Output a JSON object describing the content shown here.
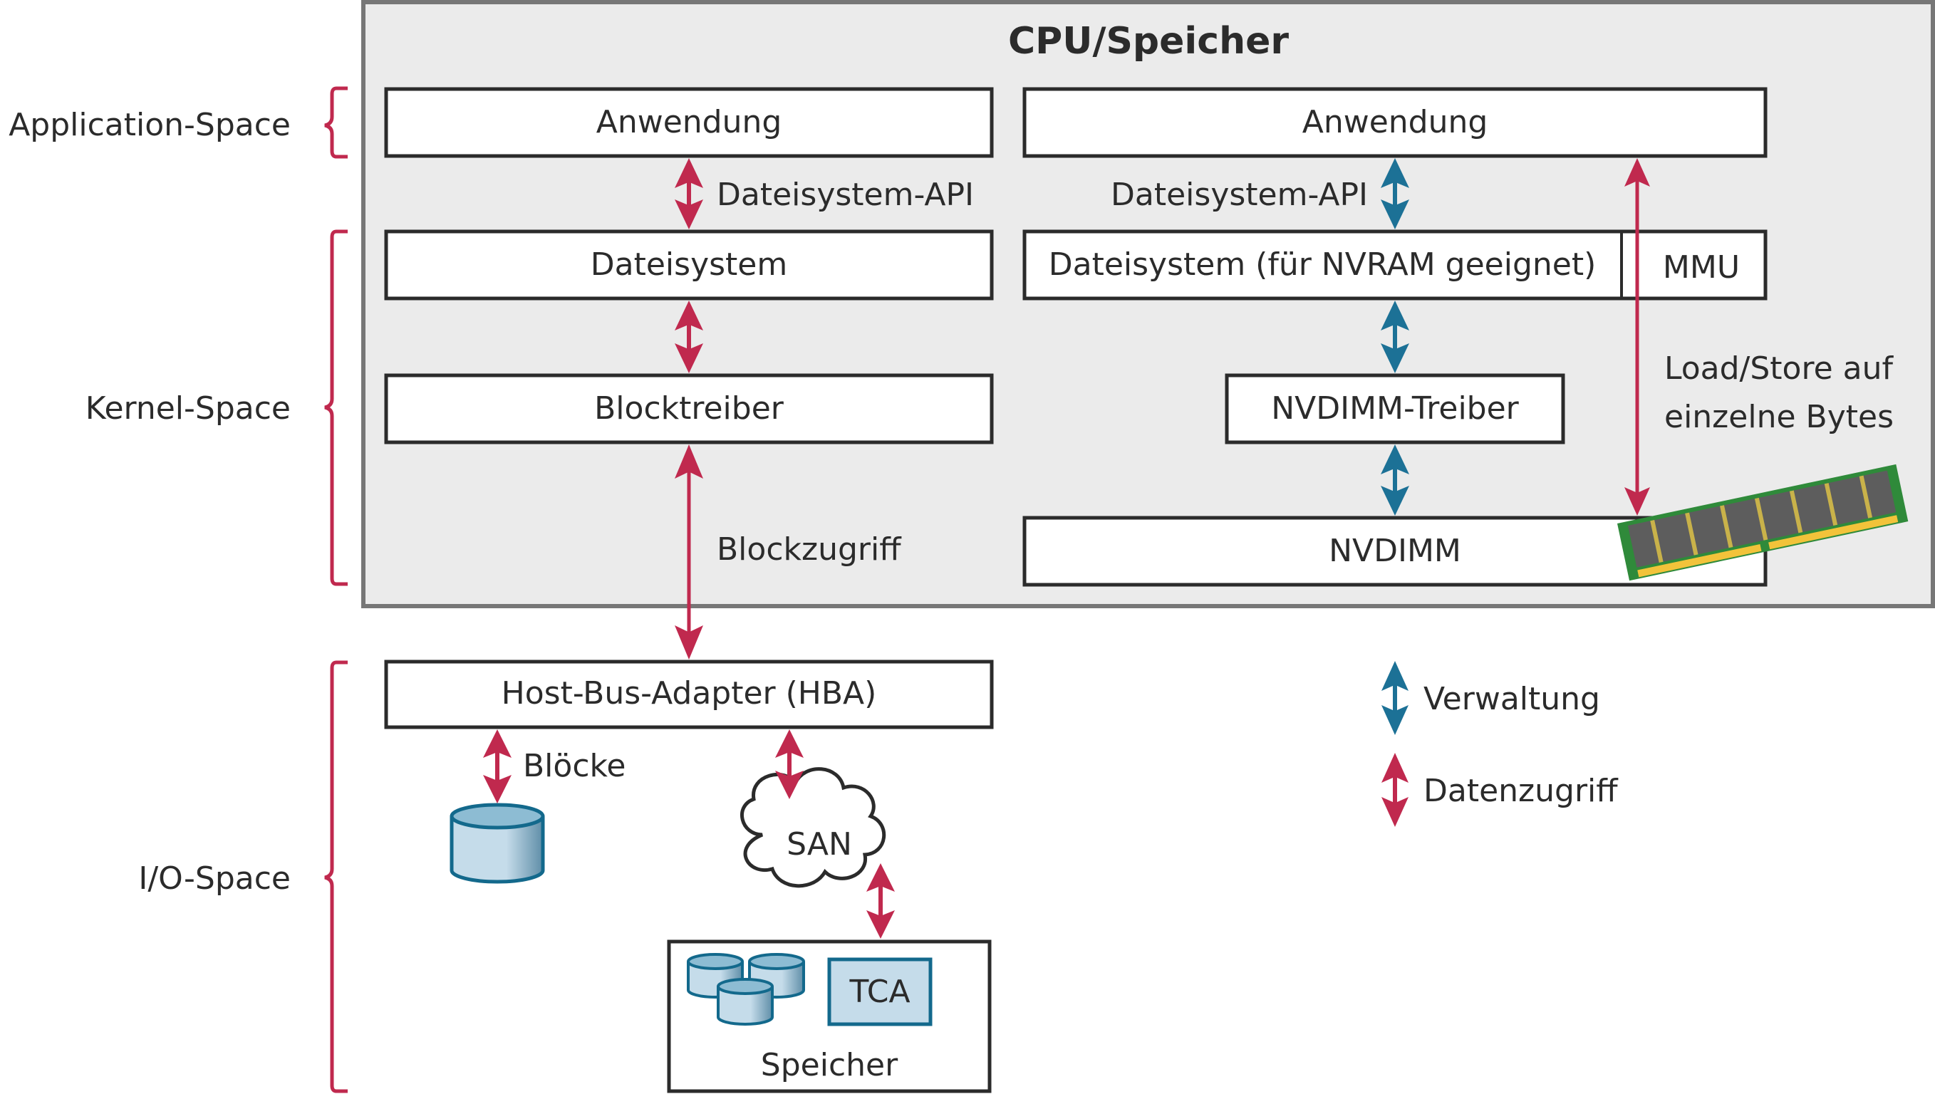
{
  "colors": {
    "data_access": "#c0294e",
    "management": "#1c7196",
    "cpu_panel_bg": "#ebebeb",
    "cpu_panel_border": "#777777",
    "box_border": "#2b2b2b",
    "storage_fill": "#c5dcea",
    "storage_stroke": "#13698c"
  },
  "spaces": {
    "application": "Application-Space",
    "kernel": "Kernel-Space",
    "io": "I/O-Space"
  },
  "cpu_panel": {
    "title": "CPU/Speicher"
  },
  "left_stack": {
    "app": "Anwendung",
    "api_label": "Dateisystem-API",
    "fs": "Dateisystem",
    "block_driver": "Blocktreiber",
    "block_access": "Blockzugriff"
  },
  "right_stack": {
    "app": "Anwendung",
    "api_label": "Dateisystem-API",
    "fs": "Dateisystem (für NVRAM geeignet)",
    "mmu": "MMU",
    "driver": "NVDIMM-Treiber",
    "nvdimm": "NVDIMM",
    "loadstore_line1": "Load/Store auf",
    "loadstore_line2": "einzelne Bytes"
  },
  "io": {
    "hba": "Host-Bus-Adapter (HBA)",
    "blocks": "Blöcke",
    "san": "SAN",
    "tca": "TCA",
    "storage": "Speicher"
  },
  "legend": {
    "management": "Verwaltung",
    "data_access": "Datenzugriff"
  }
}
